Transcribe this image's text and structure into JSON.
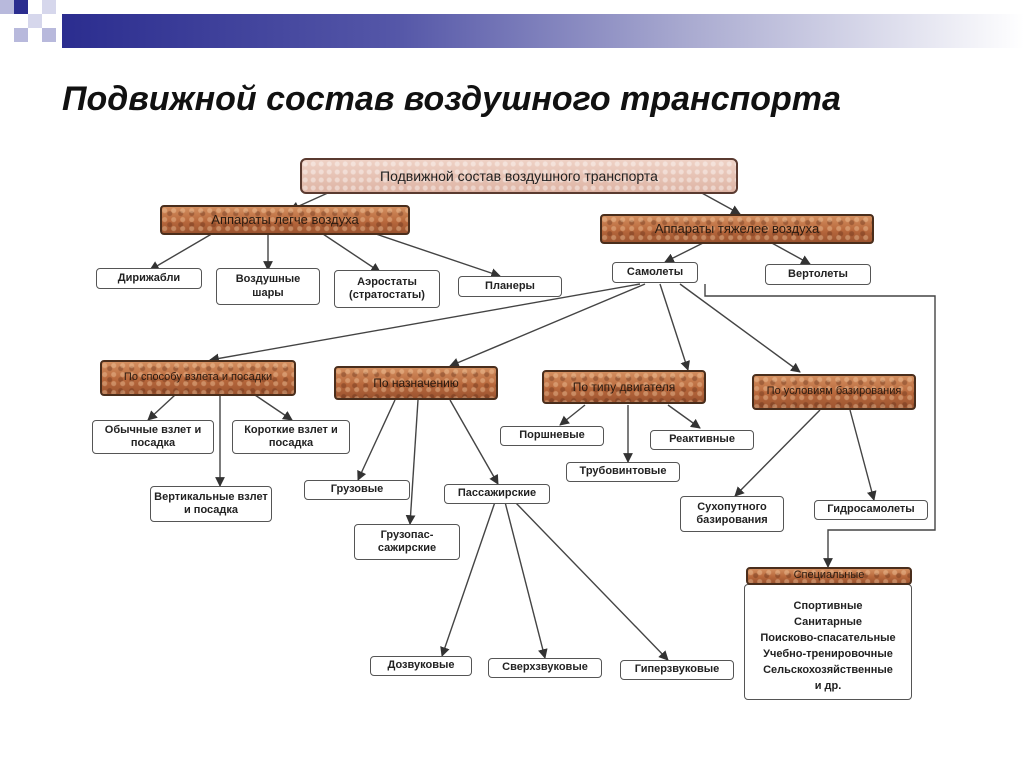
{
  "slide": {
    "title": "Подвижной состав воздушного транспорта"
  },
  "diagram": {
    "root": "Подвижной состав воздушного транспорта",
    "lighter": {
      "label": "Аппараты легче воздуха",
      "children": [
        "Дирижабли",
        "Воздушные шары",
        "Аэростаты (стратостаты)",
        "Планеры"
      ]
    },
    "heavier": {
      "label": "Аппараты тяжелее воздуха",
      "children": [
        "Самолеты",
        "Вертолеты"
      ]
    },
    "by_takeoff": {
      "label": "По способу взлета и посадки",
      "children": [
        "Обычные взлет и посадка",
        "Короткие взлет и посадка",
        "Вертикальные взлет и посадка"
      ]
    },
    "by_purpose": {
      "label": "По назначению",
      "children": [
        "Грузовые",
        "Пассажирские",
        "Грузопас-сажирские"
      ]
    },
    "passenger_children": [
      "Дозвуковые",
      "Сверхзвуковые",
      "Гиперзвуковые"
    ],
    "by_engine": {
      "label": "По типу двигателя",
      "children": [
        "Поршневые",
        "Реактивные",
        "Трубовинтовые"
      ]
    },
    "by_basing": {
      "label": "По условиям базирования",
      "children": [
        "Сухопутного базирования",
        "Гидросамолеты"
      ]
    },
    "special": {
      "label": "Специальные",
      "items": [
        "Спортивные",
        "Санитарные",
        "Поисково-спасательные",
        "Учебно-тренировочные",
        "Сельскохозяйственные",
        "и др."
      ]
    }
  }
}
